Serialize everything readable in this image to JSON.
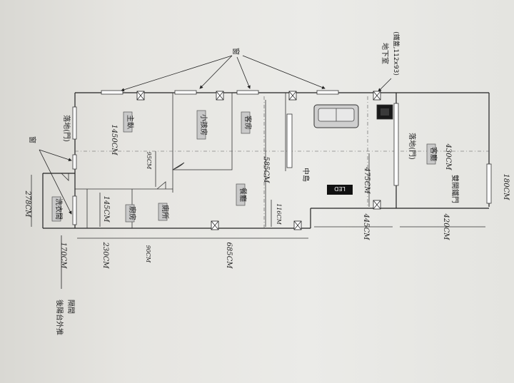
{
  "windows_label": "窗",
  "window_left_label": "窗",
  "door_floor_left": "落地(門)",
  "door_floor_right": "落地(門)",
  "basement_label": "地下室",
  "basement_sub": "(鐵蓋,112x93)",
  "rooms": {
    "master": "主臥",
    "kids": "小孩房",
    "guest": "客房",
    "dining": "餐廳",
    "kitchen": "廚房",
    "bath": "廁所",
    "laundry": "洗衣間",
    "living": "客廳"
  },
  "island": "中島",
  "led": "LED",
  "double_door": "雙開鐵門",
  "back_balcony": "後陽台外推",
  "partition": "隔間",
  "dims": {
    "d1450": "1450CM",
    "d95": "95CM",
    "d585": "585CM",
    "d475": "475CM",
    "d430": "430CM",
    "d180": "180CM",
    "d278": "278CM",
    "d145": "145CM",
    "d116": "116CM",
    "d170": "170CM",
    "d230": "230CM",
    "d90": "90CM",
    "d685": "685CM",
    "d445": "445CM",
    "d420": "420CM"
  }
}
